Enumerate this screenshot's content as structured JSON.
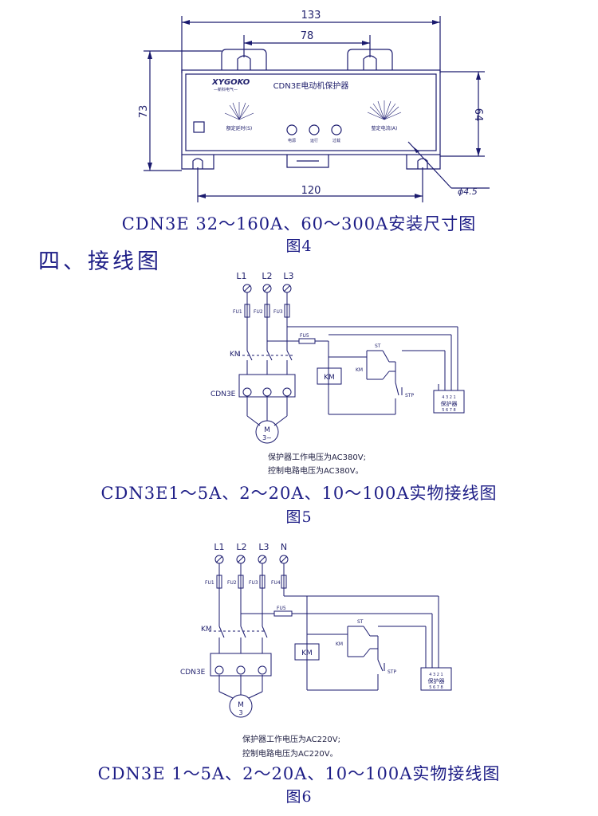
{
  "fig4": {
    "dim_width": "133",
    "dim_slot_spacing": "78",
    "dim_height_outer": "73",
    "dim_height_body": "64",
    "dim_hole_spacing": "120",
    "dim_hole_dia": "ϕ4.5",
    "logo": "XYGOKO",
    "logo_sub": "—新科电气—",
    "device_title": "CDN3E电动机保护器",
    "knob_left_label": "额定延时(S)",
    "knob_right_label": "整定电流(A)",
    "led_labels": [
      "电源",
      "运行",
      "过载"
    ],
    "caption": "CDN3E 32～160A、60～300A安装尺寸图",
    "fig_num": "图4"
  },
  "section_title": "四、接线图",
  "fig5": {
    "phases": [
      "L1",
      "L2",
      "L3"
    ],
    "fuses": [
      "FU1",
      "FU2",
      "FU3"
    ],
    "control_fuse": "FU5",
    "contactor": "KM",
    "coil": "KM",
    "start": "ST",
    "stop": "STP",
    "km_aux": "KM",
    "protector_label": "CDN3E",
    "motor": "M",
    "motor_phase": "3~",
    "terminal_top": "4 3 2 1",
    "terminal_name": "保护器",
    "terminal_bottom": "5 6 7 8",
    "note1": "保护器工作电压为AC380V;",
    "note2": "控制电路电压为AC380V。",
    "caption": "CDN3E1～5A、2～20A、10～100A实物接线图",
    "fig_num": "图5"
  },
  "fig6": {
    "phases": [
      "L1",
      "L2",
      "L3",
      "N"
    ],
    "fuses": [
      "FU1",
      "FU2",
      "FU3",
      "FU4"
    ],
    "control_fuse": "FU5",
    "contactor": "KM",
    "coil": "KM",
    "start": "ST",
    "stop": "STP",
    "km_aux": "KM",
    "protector_label": "CDN3E",
    "motor": "M",
    "motor_phase": "3",
    "terminal_top": "4 3 2 1",
    "terminal_name": "保护器",
    "terminal_bottom": "5 6 7 8",
    "note1": "保护器工作电压为AC220V;",
    "note2": "控制电路电压为AC220V。",
    "caption": "CDN3E 1～5A、2～20A、10～100A实物接线图",
    "fig_num": "图6"
  }
}
